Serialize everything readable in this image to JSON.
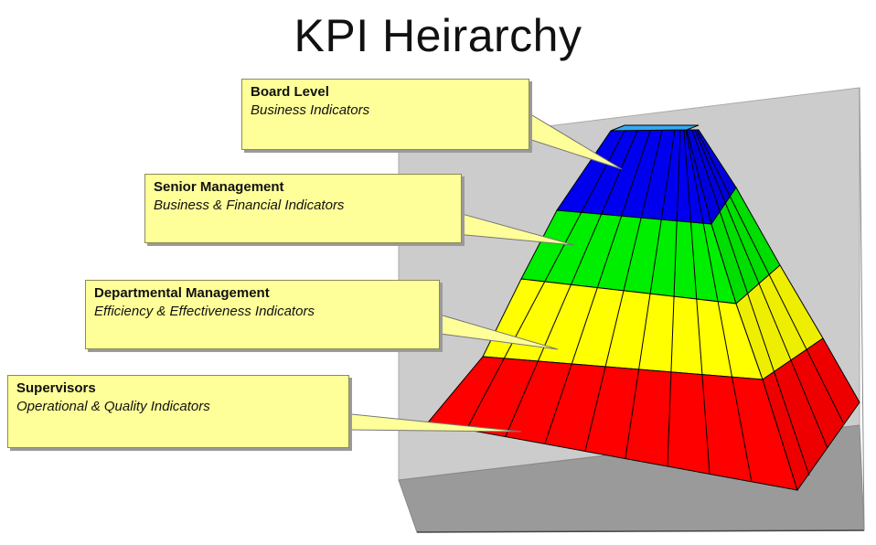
{
  "title": "KPI Heirarchy",
  "levels": [
    {
      "title": "Board Level",
      "subtitle": "Business Indicators",
      "color": "#0000ee"
    },
    {
      "title": "Senior Management",
      "subtitle": "Business & Financial Indicators",
      "color": "#00ee00"
    },
    {
      "title": "Departmental Management",
      "subtitle": "Efficiency & Effectiveness Indicators",
      "color": "#ffff00"
    },
    {
      "title": "Supervisors",
      "subtitle": "Operational & Quality Indicators",
      "color": "#ff0000"
    }
  ],
  "colors": {
    "callout_fill": "#ffff99",
    "apex": "#33aaee",
    "back_wall": "#cccccc",
    "floor": "#999999"
  }
}
